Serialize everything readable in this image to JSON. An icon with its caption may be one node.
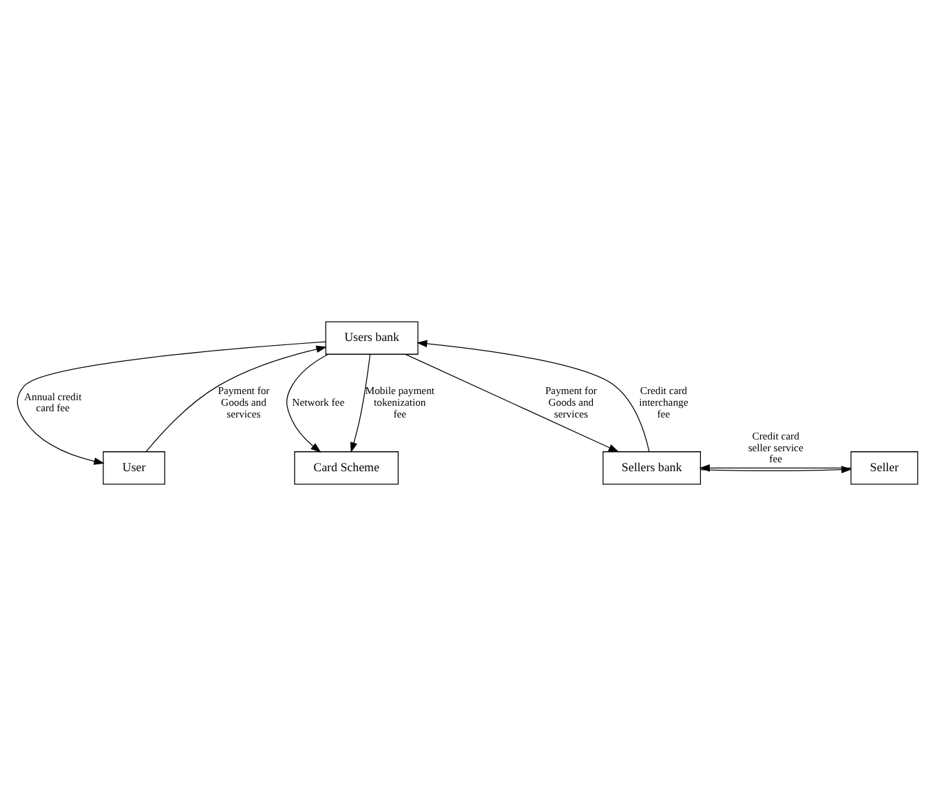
{
  "diagram": {
    "nodes": [
      {
        "text": [
          "Users bank"
        ]
      },
      {
        "text": [
          "User"
        ]
      },
      {
        "text": [
          "Card Scheme"
        ]
      },
      {
        "text": [
          "Seller"
        ]
      },
      {
        "text": [
          "Sellers bank"
        ]
      }
    ],
    "edges": [
      {
        "from": 0,
        "to": 1,
        "arrow": "to",
        "label": "Annual credit card fee"
      },
      {
        "from": 1,
        "to": 0,
        "arrow": "to",
        "label": "Payment for Goods and services"
      },
      {
        "from": 0,
        "to": 4,
        "arrow": "to",
        "label": "Payment for Goods and services"
      },
      {
        "from": 4,
        "to": 0,
        "arrow": "to",
        "label": "Credit card interchange fee"
      },
      {
        "from": 0,
        "to": 2,
        "arrow": "to",
        "label": "Network fee"
      },
      {
        "from": 0,
        "to": 2,
        "arrow": "to",
        "label": "Mobile payment tokenization fee"
      },
      {
        "from": 4,
        "to": 3,
        "arrow": "to"
      },
      {
        "from": 3,
        "to": 4,
        "arrow": "to",
        "label": "Credit card seller service fee"
      }
    ]
  }
}
